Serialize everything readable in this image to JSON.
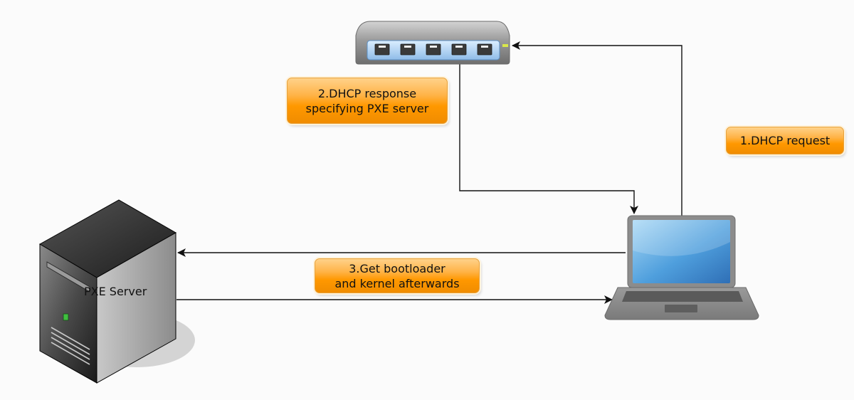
{
  "labels": {
    "step1": "1.DHCP request",
    "step2_line1": "2.DHCP response",
    "step2_line2": "specifying PXE server",
    "step3_line1": "3.Get bootloader",
    "step3_line2": "and kernel afterwards",
    "server": "PXE Server"
  },
  "nodes": [
    {
      "id": "switch",
      "icon": "network-switch-icon"
    },
    {
      "id": "laptop",
      "icon": "laptop-icon"
    },
    {
      "id": "server",
      "icon": "server-tower-icon"
    }
  ],
  "colors": {
    "background": "#fbfbfb",
    "label_fill": "#ff9800",
    "arrow": "#111111"
  }
}
